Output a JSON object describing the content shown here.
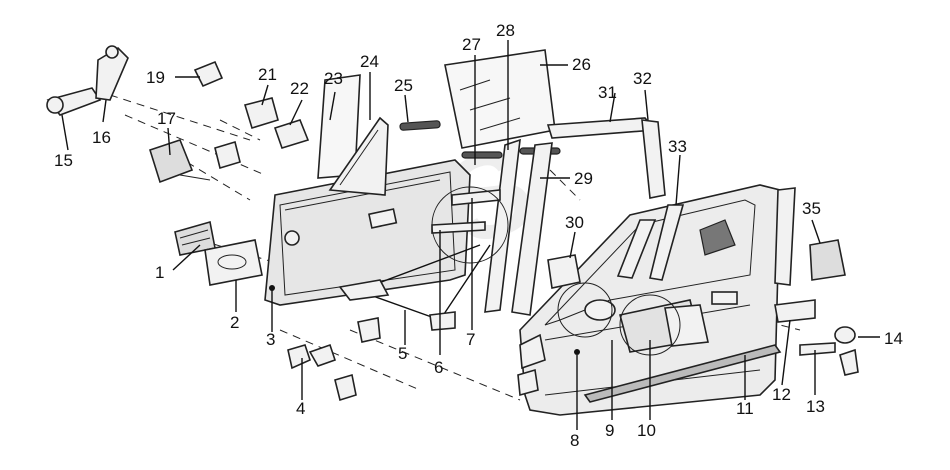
{
  "callouts": [
    "1",
    "2",
    "3",
    "4",
    "5",
    "6",
    "7",
    "8",
    "9",
    "10",
    "11",
    "12",
    "13",
    "14",
    "15",
    "16",
    "17",
    "19",
    "21",
    "22",
    "23",
    "24",
    "25",
    "26",
    "27",
    "28",
    "29",
    "30",
    "31",
    "32",
    "33",
    "35"
  ],
  "watermark": {
    "color": "#cfcfcf"
  },
  "colors": {
    "ink": "#111111",
    "background": "#ffffff"
  }
}
